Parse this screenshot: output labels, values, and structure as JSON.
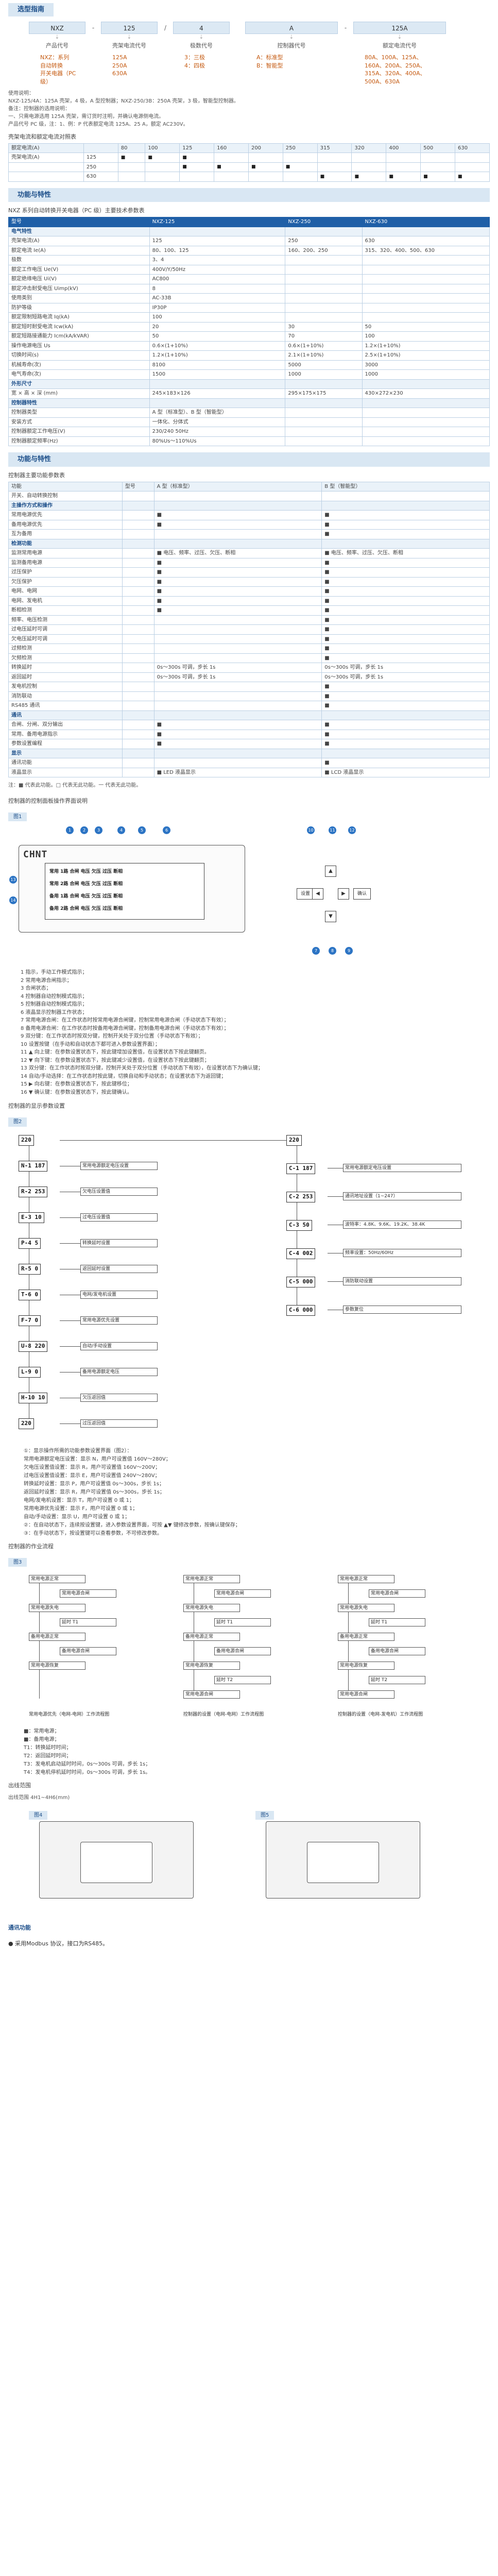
{
  "selection_guide": {
    "title": "选型指南",
    "boxes": [
      "NXZ",
      "125",
      "4",
      "A",
      "125A"
    ],
    "seps": [
      "-",
      "/",
      "",
      "-",
      ""
    ],
    "labels": [
      "产品代号",
      "壳架电流代号",
      "极数代号",
      "控制器代号",
      "额定电流代号"
    ],
    "descs": [
      "NXZ：系列\n自动转换\n开关电器（PC 级）",
      "125A\n250A\n630A",
      "3：三极\n4：四极",
      "A：标准型\nB：智能型",
      "80A、100A、125A、\n160A、200A、250A、\n315A、320A、400A、\n500A、630A"
    ],
    "notes": [
      "使用说明：",
      "NXZ-125/4A：125A 壳架，4 极，A 型控制器；NXZ-250/3B：250A 壳架，3 极，智能型控制器。",
      "备注：控制器的选用说明：",
      "一、只需电源选用 125A 壳架，需订货时注明，并确认电源侧电流。",
      "   产品代号 PC 级，注：1、例：P 代表额定电流 125A、25 A，额定 AC230V。"
    ]
  },
  "current_table": {
    "title": "壳架电流和额定电流对照表",
    "header": [
      "额定电流(A)",
      "80",
      "100",
      "125",
      "160",
      "200",
      "250",
      "315",
      "320",
      "400",
      "500",
      "630"
    ],
    "rows": [
      {
        "label": "壳架电流(A)",
        "sub": "125",
        "dots": [
          1,
          1,
          1,
          0,
          0,
          0,
          0,
          0,
          0,
          0,
          0
        ]
      },
      {
        "label": "",
        "sub": "250",
        "dots": [
          0,
          0,
          1,
          1,
          1,
          1,
          0,
          0,
          0,
          0,
          0
        ]
      },
      {
        "label": "",
        "sub": "630",
        "dots": [
          0,
          0,
          0,
          0,
          0,
          0,
          1,
          1,
          1,
          1,
          1
        ]
      }
    ]
  },
  "features1": {
    "title": "功能与特性",
    "subtitle": "NXZ 系列自动转换开关电器（PC 级）主要技术参数表",
    "header": [
      "型号",
      "NXZ-125",
      "NXZ-250",
      "NXZ-630"
    ],
    "rows": [
      [
        "电气特性",
        "",
        "",
        ""
      ],
      [
        "壳架电流(A)",
        "125",
        "250",
        "630"
      ],
      [
        "额定电流 Ie(A)",
        "80、100、125",
        "160、200、250",
        "315、320、400、500、630"
      ],
      [
        "极数",
        "3、4",
        "",
        ""
      ],
      [
        "额定工作电压 Ue(V)",
        "400V/Y/50Hz",
        "",
        ""
      ],
      [
        "额定绝缘电压 Ui(V)",
        "AC800",
        "",
        ""
      ],
      [
        "额定冲击耐受电压 Uimp(kV)",
        "8",
        "",
        ""
      ],
      [
        "使用类别",
        "AC-33B",
        "",
        ""
      ],
      [
        "防护等级",
        "IP30P",
        "",
        ""
      ],
      [
        "额定限制短路电流 Iq(kA)",
        "100",
        "",
        ""
      ],
      [
        "额定短时耐受电流 Icw(kA)",
        "20",
        "30",
        "50"
      ],
      [
        "额定短路接通能力 Icm(kA/kVAR)",
        "50",
        "70",
        "100"
      ],
      [
        "操作电源电压 Us",
        "0.6×(1+10%)",
        "0.6×(1+10%)",
        "1.2×(1+10%)"
      ],
      [
        "切换时间(s)",
        "1.2×(1+10%)",
        "2.1×(1+10%)",
        "2.5×(1+10%)"
      ],
      [
        "机械寿命(次)",
        "8100",
        "5000",
        "3000"
      ],
      [
        "电气寿命(次)",
        "1500",
        "1000",
        "1000"
      ],
      [
        "外形尺寸",
        "",
        "",
        ""
      ],
      [
        "宽 × 高 × 深 (mm)",
        "245×183×126",
        "295×175×175",
        "430×272×230"
      ],
      [
        "控制器特性",
        "",
        "",
        ""
      ],
      [
        "控制器类型",
        "A 型（标准型）、B 型（智能型）",
        "",
        ""
      ],
      [
        "安装方式",
        "一体化、分体式",
        "",
        ""
      ],
      [
        "控制器额定工作电压(V)",
        "230/240 50Hz",
        "",
        ""
      ],
      [
        "控制器额定频率(Hz)",
        "80%Us～110%Us",
        "",
        ""
      ]
    ]
  },
  "features2": {
    "title": "功能与特性",
    "subtitle": "控制器主要功能参数表",
    "header": [
      "功能",
      "型号",
      "A 型（标准型）",
      "B 型（智能型）"
    ],
    "rows": [
      {
        "g": 0,
        "cells": [
          "开关、自动转换控制",
          "",
          "",
          ""
        ]
      },
      {
        "g": 1,
        "cells": [
          "主操作方式和操作",
          "",
          "",
          ""
        ]
      },
      {
        "g": 0,
        "cells": [
          "常用电源优先",
          "",
          "■",
          "■"
        ]
      },
      {
        "g": 0,
        "cells": [
          "备用电源优先",
          "",
          "■",
          "■"
        ]
      },
      {
        "g": 0,
        "cells": [
          "互为备用",
          "",
          "",
          "■"
        ]
      },
      {
        "g": 1,
        "cells": [
          "检测功能",
          "",
          "",
          ""
        ]
      },
      {
        "g": 0,
        "cells": [
          "监测常用电源",
          "",
          "■ 电压、频率、过压、欠压、断相",
          "■ 电压、频率、过压、欠压、断相"
        ]
      },
      {
        "g": 0,
        "cells": [
          "监测备用电源",
          "",
          "■",
          "■"
        ]
      },
      {
        "g": 0,
        "cells": [
          "过压保护",
          "",
          "■",
          "■"
        ]
      },
      {
        "g": 0,
        "cells": [
          "欠压保护",
          "",
          "■",
          "■"
        ]
      },
      {
        "g": 0,
        "cells": [
          "电网、电网",
          "",
          "■",
          "■"
        ]
      },
      {
        "g": 0,
        "cells": [
          "电网、发电机",
          "",
          "■",
          "■"
        ]
      },
      {
        "g": 0,
        "cells": [
          "断相检测",
          "",
          "■",
          "■"
        ]
      },
      {
        "g": 0,
        "cells": [
          "频率、电压检测",
          "",
          "",
          "■"
        ]
      },
      {
        "g": 0,
        "cells": [
          "过电压延时可调",
          "",
          "",
          "■"
        ]
      },
      {
        "g": 0,
        "cells": [
          "欠电压延时可调",
          "",
          "",
          "■"
        ]
      },
      {
        "g": 0,
        "cells": [
          "过频检测",
          "",
          "",
          "■"
        ]
      },
      {
        "g": 0,
        "cells": [
          "欠频检测",
          "",
          "",
          "■"
        ]
      },
      {
        "g": 0,
        "cells": [
          "转换延时",
          "",
          "0s～300s 可调，步长 1s",
          "0s～300s 可调，步长 1s"
        ]
      },
      {
        "g": 0,
        "cells": [
          "返回延时",
          "",
          "0s～300s 可调，步长 1s",
          "0s～300s 可调，步长 1s"
        ]
      },
      {
        "g": 0,
        "cells": [
          "发电机控制",
          "",
          "",
          "■"
        ]
      },
      {
        "g": 0,
        "cells": [
          "消防联动",
          "",
          "",
          "■"
        ]
      },
      {
        "g": 0,
        "cells": [
          "RS485 通讯",
          "",
          "",
          "■"
        ]
      },
      {
        "g": 1,
        "cells": [
          "通讯",
          "",
          "",
          ""
        ]
      },
      {
        "g": 0,
        "cells": [
          "合闸、分闸、双分输出",
          "",
          "■",
          "■"
        ]
      },
      {
        "g": 0,
        "cells": [
          "常用、备用电源指示",
          "",
          "■",
          "■"
        ]
      },
      {
        "g": 0,
        "cells": [
          "参数设置编程",
          "",
          "■",
          "■"
        ]
      },
      {
        "g": 1,
        "cells": [
          "显示",
          "",
          "",
          ""
        ]
      },
      {
        "g": 0,
        "cells": [
          "通讯功能",
          "",
          "",
          "■"
        ]
      },
      {
        "g": 0,
        "cells": [
          "液晶显示",
          "",
          "■ LED 液晶显示",
          "■ LCD 液晶显示"
        ]
      }
    ],
    "note": "注：■ 代表此功能。□ 代表无此功能。一 代表无此功能。"
  },
  "panel": {
    "title": "控制器的控制面板操作界面说明",
    "fig_tag": "图1",
    "brand": "CHNT",
    "lcd_rows": [
      "常用 1路 合闸 电压 欠压 过压 断相",
      "常用 2路 合闸 电压 欠压 过压 断相",
      "备用 1路 合闸 电压 欠压 过压 断相",
      "备用 2路 合闸 电压 欠压 过压 断相"
    ],
    "keys": [
      "设置",
      "确认",
      "▲",
      "▼",
      "◀",
      "▶"
    ],
    "callouts_top": [
      "1",
      "2",
      "3",
      "4",
      "5",
      "6",
      "10",
      "11",
      "12"
    ],
    "callouts_bottom": [
      "7",
      "8",
      "9"
    ],
    "callouts_side": [
      "13",
      "14"
    ],
    "legend": [
      "1  指示，手动工作模式指示；",
      "2  常用电源合闸指示；",
      "3  合闸状态；",
      "4  控制器自动控制模式指示；",
      "5  控制器自动控制模式指示；",
      "6  液晶显示控制器工作状态；",
      "7  常用电源合闸：在工作状态时按常用电源合闸键，控制常用电源合闸（手动状态下有效）；",
      "8  备用电源合闸：在工作状态时按备用电源合闸键，控制备用电源合闸（手动状态下有效）；",
      "9  双分键：在工作状态时按双分键，控制开关处于双分位置（手动状态下有效）；",
      "10 设置按键（在手动和自动状态下都可进入参数设置界面）；",
      "11 ▲ 向上键：在参数设置状态下，按此键增加设置值，在设置状态下按此键翻页。",
      "12 ▼ 向下键：在参数设置状态下，按此键减少设置值，在设置状态下按此键翻页；",
      "13 双分键：在工作状态时按双分键，控制开关处于双分位置（手动状态下有效），在设置状态下为确认键；",
      "14 自动/手动选择：在工作状态时按此键，切换自动和手动状态；在设置状态下为返回键；",
      "15 ▶ 向右键：在参数设置状态下，按此键移位；",
      "16 ▼ 确认键：在参数设置状态下，按此键确认。"
    ]
  },
  "param_setting": {
    "title": "控制器的显示参数设置",
    "fig_tag": "图2",
    "lcd_left": [
      "220",
      "N-1 187",
      "R-2 253",
      "E-3 10",
      "P-4 5",
      "R-5 0",
      "T-6 0",
      "F-7 0",
      "U-8 220",
      "L-9 0",
      "H-10 10",
      "220"
    ],
    "lcd_right": [
      "220",
      "C-1 187",
      "C-2 253",
      "C-3 50",
      "C-4 002",
      "C-5 000",
      "C-6 000"
    ],
    "boxes_left": [
      "常用电源额定电压设置",
      "欠电压设置值",
      "过电压设置值",
      "转换延时设置",
      "返回延时设置",
      "电网/发电机设置",
      "常用电源优先设置",
      "自动/手动设置",
      "备用电源额定电压",
      "欠压返回值",
      "过压返回值"
    ],
    "boxes_right": [
      "常用电源额定电压设置",
      "通讯地址设置（1~247）",
      "波特率：4.8K、9.6K、19.2K、38.4K",
      "频率设置：50Hz/60Hz",
      "消防联动设置",
      "参数复位"
    ],
    "notes": [
      "①：显示操作所需的功能参数设置界面（图2）：",
      "常用电源额定电压设置：显示 N，用户可设置值 160V～280V；",
      "欠电压设置值设置：显示 R，用户可设置值 160V～200V；",
      "过电压设置值设置：显示 E，用户可设置值 240V～280V；",
      "转换延时设置：显示 P，用户可设置值 0s～300s，步长 1s；",
      "返回延时设置：显示 R，用户可设置值 0s～300s，步长 1s；",
      "电网/发电机设置：显示 T，用户可设置 0 或 1；",
      "常用电源优先设置：显示 F，用户可设置 0 或 1；",
      "自动/手动设置：显示 U，用户可设置 0 或 1；",
      "②：在自动状态下，连续按设置键，进入参数设置界面，可按 ▲▼ 键修改参数，按确认键保存；",
      "③：在手动状态下，按设置键可以查看参数，不可修改参数。"
    ]
  },
  "flow": {
    "title": "控制器的作业流程",
    "fig_tag": "图3",
    "captions": [
      "常用电源优先（电网-电网）工作流程图",
      "控制器的设置（电网-电网）工作流程图",
      "控制器的设置（电网-发电机）工作流程图"
    ],
    "boxes": [
      "常用电源正常",
      "常用电源合闸",
      "常用电源失电",
      "延时 T1",
      "备用电源正常",
      "备用电源合闸",
      "常用电源恢复",
      "延时 T2",
      "常用电源合闸"
    ],
    "notes": [
      "■：常用电源；",
      "■：备用电源；",
      "T1：转换延时时间；",
      "T2：返回延时时间；",
      "T3：发电机启动延时时间，0s～300s 可调，步长 1s；",
      "T4：发电机停机延时时间，0s～300s 可调，步长 1s。"
    ]
  },
  "install": {
    "title": "出线范围",
    "bullet": "出线范围 4H1~4H6(mm)",
    "fig_tags": [
      "图4",
      "图5"
    ]
  },
  "comm": {
    "title": "通讯功能",
    "bullet": "● 采用Modbus 协议，接口为RS485。"
  }
}
